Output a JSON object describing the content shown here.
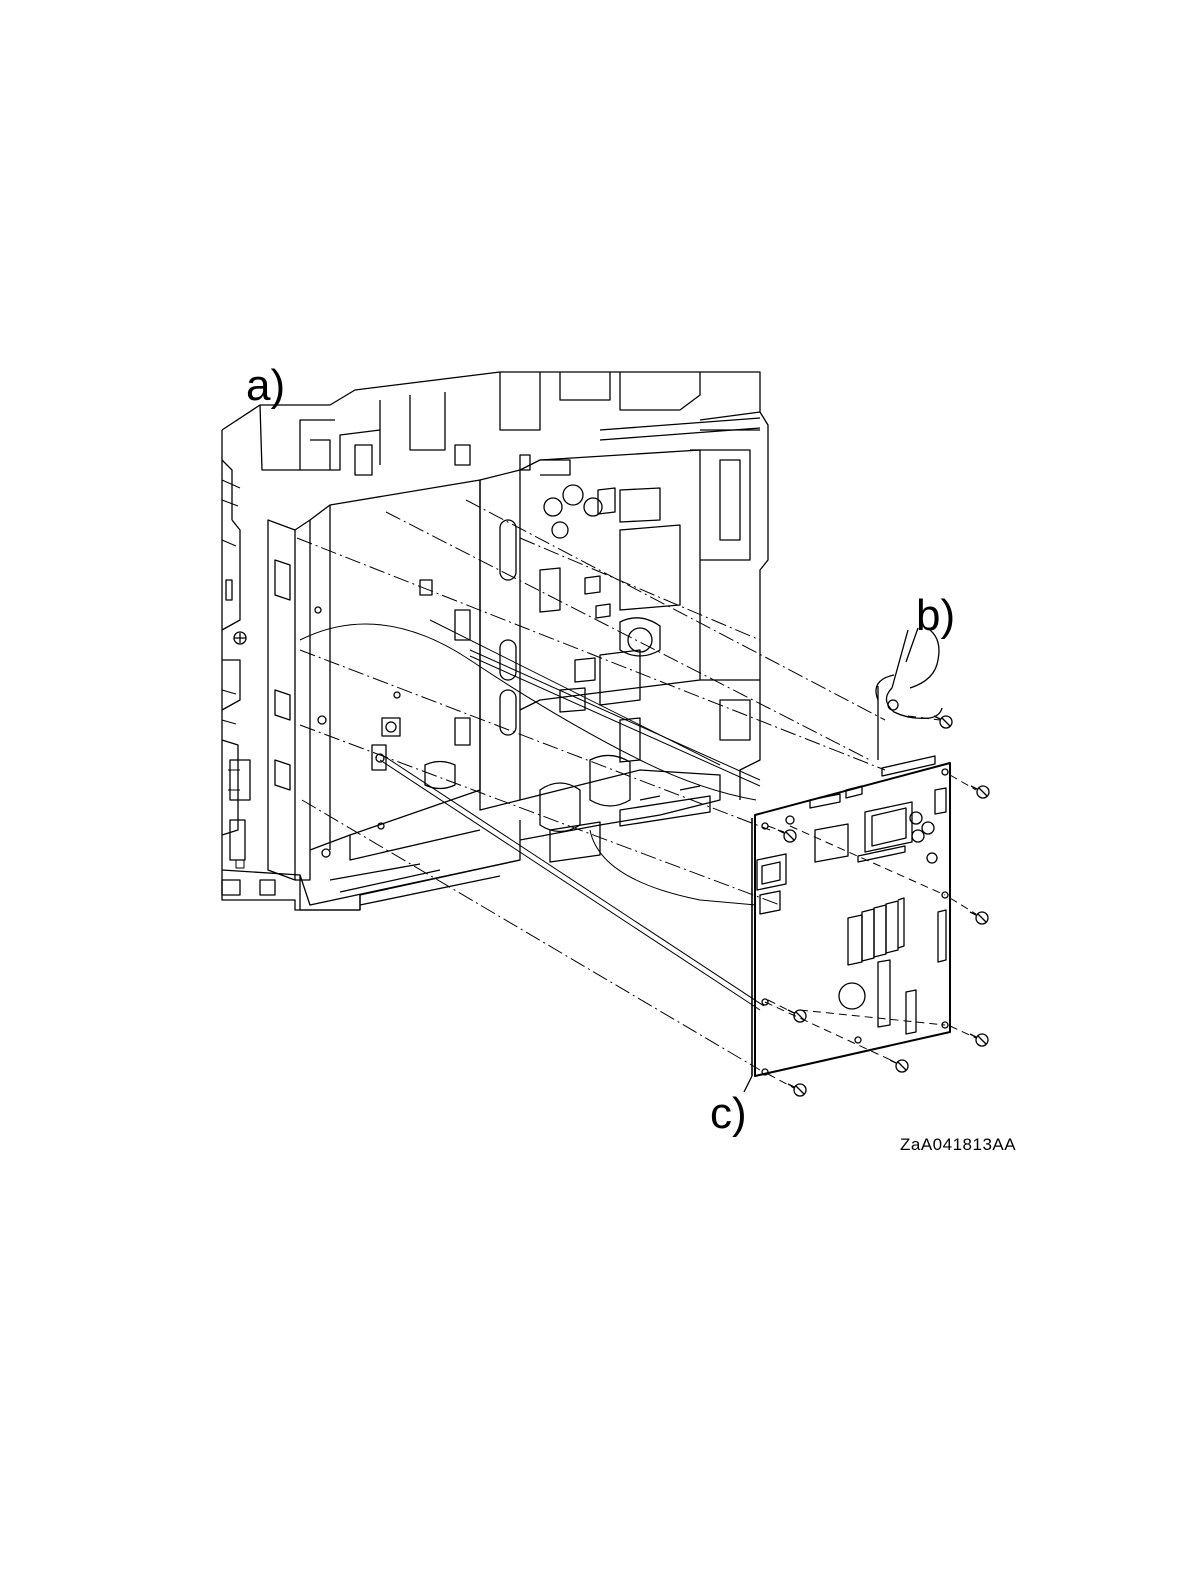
{
  "callouts": {
    "a": "a)",
    "b": "b)",
    "c": "c)"
  },
  "figure_code": "ZaA041813AA"
}
